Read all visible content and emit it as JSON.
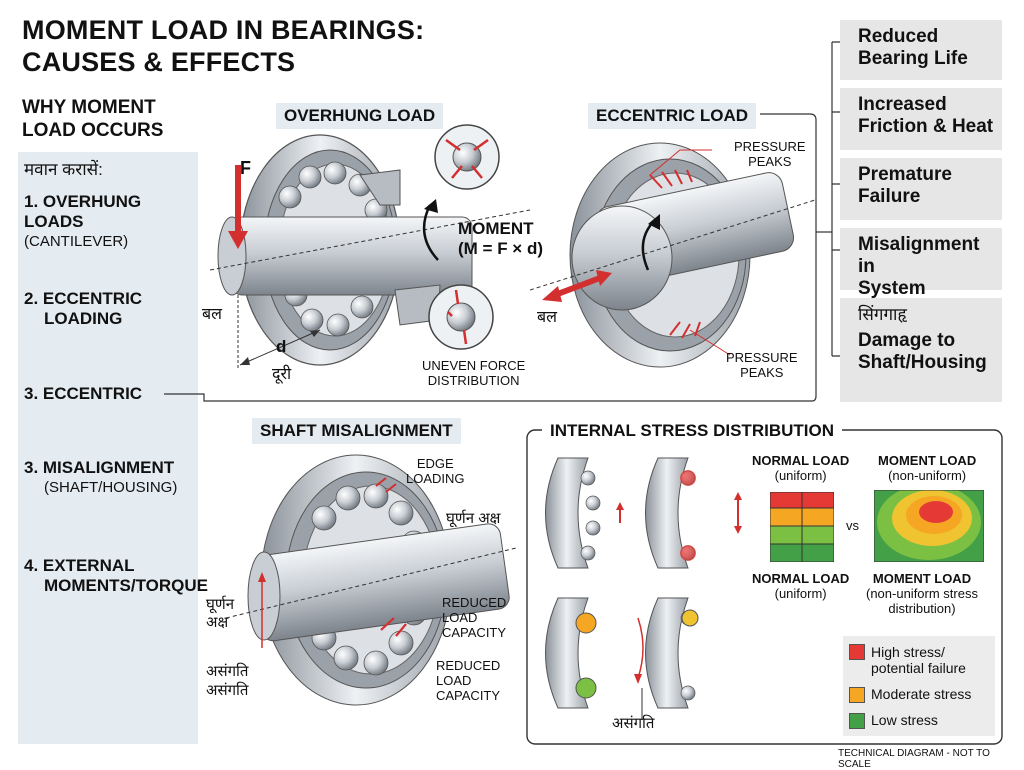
{
  "title_line1": "MOMENT LOAD IN BEARINGS:",
  "title_line2": "CAUSES & EFFECTS",
  "why_line1": "WHY MOMENT",
  "why_line2": "LOAD OCCURS",
  "left_panel": {
    "heading": "मवान करासें:",
    "items": [
      {
        "main": "1. OVERHUNG LOADS",
        "sub": "(CANTILEVER)"
      },
      {
        "main": "2. ECCENTRIC",
        "sub": "LOADING"
      },
      {
        "main": "3. ECCENTRIC",
        "sub": ""
      },
      {
        "main": "3. MISALIGNMENT",
        "sub": "(SHAFT/HOUSING)"
      },
      {
        "main": "4. EXTERNAL",
        "sub": "MOMENTS/TORQUE"
      }
    ]
  },
  "overhung": {
    "label": "OVERHUNG LOAD",
    "force": "F",
    "moment_line1": "MOMENT",
    "moment_line2": "(M = F × d)",
    "bal": "बल",
    "d": "d",
    "duri": "दूरी",
    "uneven_line1": "UNEVEN FORCE",
    "uneven_line2": "DISTRIBUTION"
  },
  "eccentric": {
    "label": "ECCENTRIC LOAD",
    "peaks_top_1": "PRESSURE",
    "peaks_top_2": "PEAKS",
    "peaks_bottom_1": "PRESSURE",
    "peaks_bottom_2": "PEAKS",
    "bal": "बल"
  },
  "effects": [
    {
      "line1": "Reduced",
      "line2": "Bearing Life"
    },
    {
      "line1": "Increased",
      "line2": "Friction & Heat"
    },
    {
      "line1": "Premature",
      "line2": "Failure"
    },
    {
      "line1": "Misalignment in",
      "line2": "System"
    },
    {
      "line0": "सिंगगाहृ",
      "line1": "Damage to",
      "line2": "Shaft/Housing"
    }
  ],
  "misalignment": {
    "label": "SHAFT MISALIGNMENT",
    "edge_1": "EDGE",
    "edge_2": "LOADING",
    "axis_right": "घूर्णन अक्ष",
    "axis_left_1": "घूर्णन",
    "axis_left_2": "अक्ष",
    "reduced_a_1": "REDUCED",
    "reduced_a_2": "LOAD",
    "reduced_a_3": "CAPACITY",
    "reduced_b_1": "REDUCED",
    "reduced_b_2": "LOAD",
    "reduced_b_3": "CAPACITY",
    "asangati_1": "असंगति",
    "asangati_2": "असंगति"
  },
  "stress": {
    "label": "INTERNAL STRESS DISTRIBUTION",
    "normal_top_1": "NORMAL LOAD",
    "normal_top_2": "(uniform)",
    "moment_top_1": "MOMENT LOAD",
    "moment_top_2": "(non-uniform)",
    "vs": "vs",
    "normal_bottom_1": "NORMAL LOAD",
    "normal_bottom_2": "(uniform)",
    "moment_bottom_1": "MOMENT LOAD",
    "moment_bottom_2": "(non-uniform stress",
    "moment_bottom_3": "distribution)",
    "asangati": "असंगति",
    "legend": [
      {
        "color": "#e53935",
        "line1": "High stress/",
        "line2": "potential failure"
      },
      {
        "color": "#f5a623",
        "line1": "Moderate stress",
        "line2": ""
      },
      {
        "color": "#43a047",
        "line1": "Low stress",
        "line2": ""
      }
    ]
  },
  "footer": "TECHNICAL DIAGRAM - NOT TO SCALE"
}
